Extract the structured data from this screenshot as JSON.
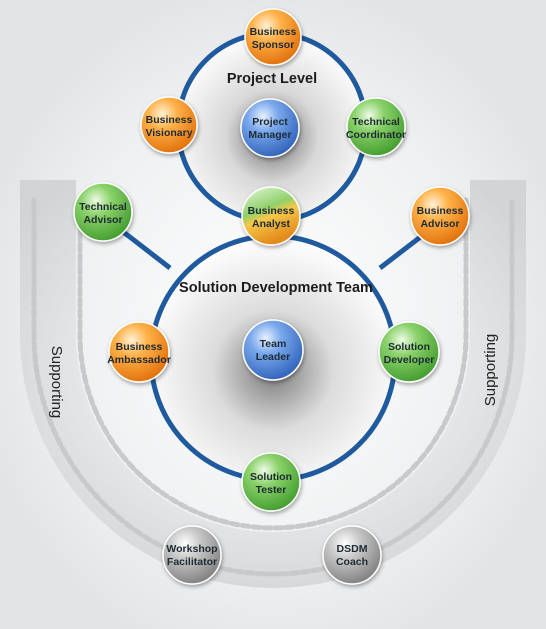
{
  "project_level_title": "Project Level",
  "team_title": "Solution Development Team",
  "supporting_left": "Supporting",
  "supporting_right": "Supporting",
  "colors": {
    "orange": "#f28a1a",
    "blue": "#4a7fd4",
    "green": "#5fb84a",
    "gray": "#8e8e8e",
    "ring": "#1f5a9e"
  },
  "roles": {
    "business_sponsor": [
      "Business",
      "Sponsor"
    ],
    "business_visionary": [
      "Business",
      "Visionary"
    ],
    "project_manager": [
      "Project",
      "Manager"
    ],
    "technical_coordinator": [
      "Technical",
      "Coordinator"
    ],
    "business_analyst": [
      "Business",
      "Analyst"
    ],
    "technical_advisor": [
      "Technical",
      "Advisor"
    ],
    "business_advisor": [
      "Business",
      "Advisor"
    ],
    "business_ambassador": [
      "Business",
      "Ambassador"
    ],
    "team_leader": [
      "Team",
      "Leader"
    ],
    "solution_developer": [
      "Solution",
      "Developer"
    ],
    "solution_tester": [
      "Solution",
      "Tester"
    ],
    "workshop_facilitator": [
      "Workshop",
      "Facilitator"
    ],
    "dsdm_coach": [
      "DSDM",
      "Coach"
    ]
  }
}
